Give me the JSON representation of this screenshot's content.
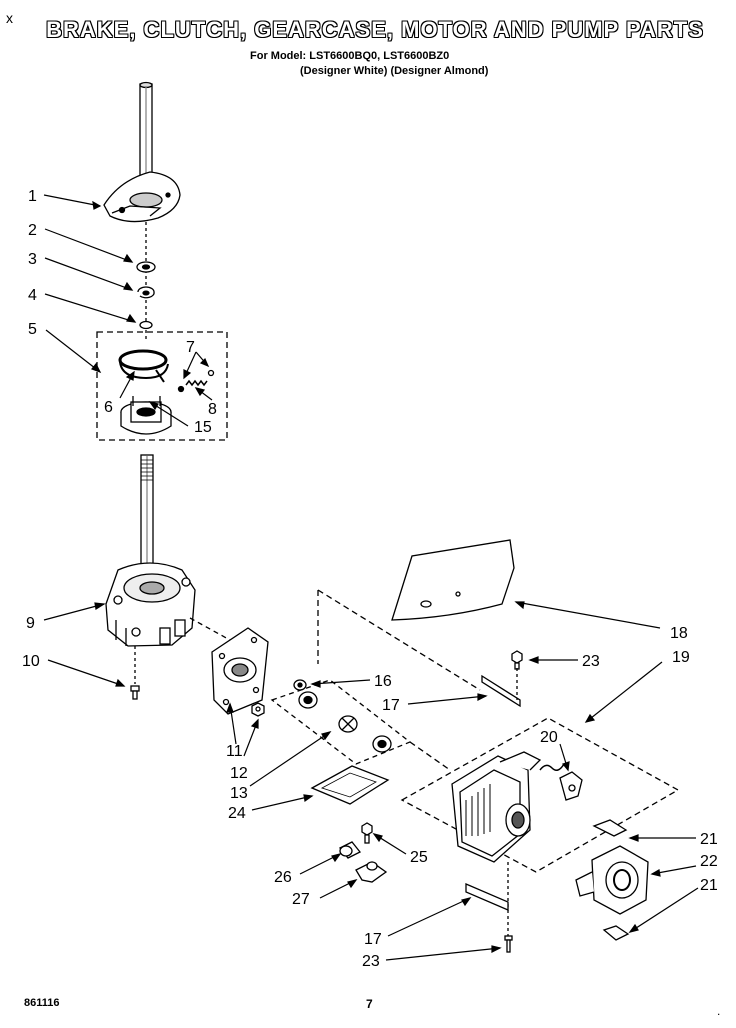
{
  "header": {
    "corner_mark": "x",
    "title": "BRAKE, CLUTCH, GEARCASE, MOTOR AND PUMP PARTS",
    "model_line": "For Model: LST6600BQ0, LST6600BZ0",
    "color_line": "(Designer White) (Designer Almond)"
  },
  "footer": {
    "code": "861116",
    "page_number": "7",
    "end_mark": "."
  },
  "callouts": [
    "1",
    "2",
    "3",
    "4",
    "5",
    "6",
    "7",
    "8",
    "15",
    "9",
    "10",
    "11",
    "12",
    "13",
    "24",
    "16",
    "17",
    "18",
    "19",
    "20",
    "21",
    "22",
    "23",
    "25",
    "26",
    "27"
  ],
  "callout_23_lower": "23",
  "callout_17_lower": "17",
  "callout_21_lower": "21"
}
